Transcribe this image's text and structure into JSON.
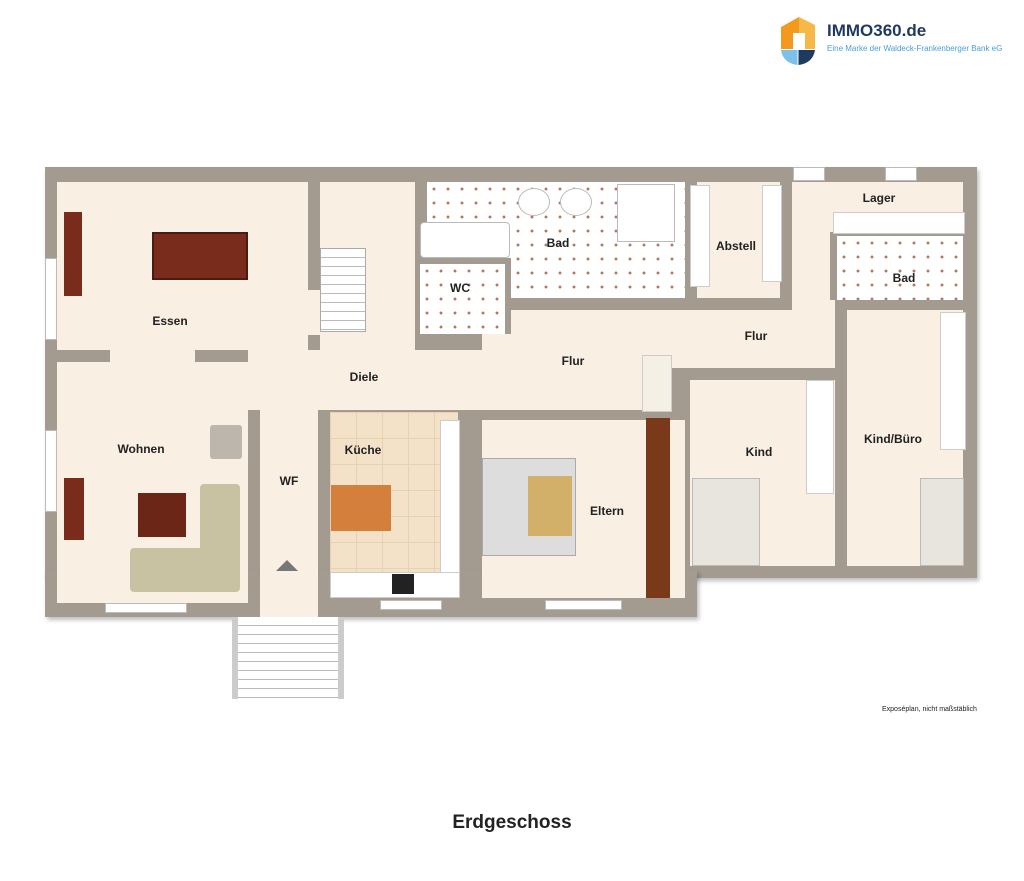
{
  "logo": {
    "name": "IMMO360.de",
    "tagline": "Eine Marke der Waldeck-Frankenberger Bank eG"
  },
  "rooms": {
    "essen": "Essen",
    "wohnen": "Wohnen",
    "diele": "Diele",
    "wf": "WF",
    "kueche": "Küche",
    "wc": "WC",
    "bad": "Bad",
    "flur": "Flur",
    "eltern": "Eltern",
    "abstell": "Abstell",
    "flur2": "Flur",
    "lager": "Lager",
    "bad2": "Bad",
    "kind": "Kind",
    "kind_buero": "Kind/Büro"
  },
  "note": "Exposéplan, nicht maßstäblich",
  "title": "Erdgeschoss",
  "colors": {
    "wall": "#a39a90",
    "floor": "#f9efe3",
    "logo_orange": "#f39a1e",
    "logo_blue": "#1f3a5f"
  }
}
